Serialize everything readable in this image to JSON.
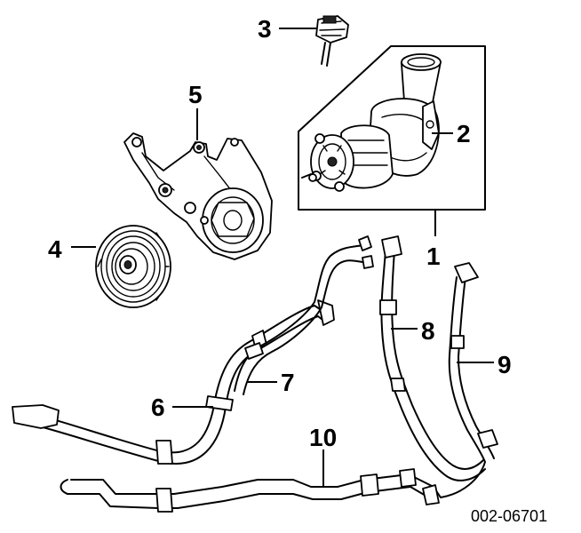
{
  "callouts": {
    "c1": "1",
    "c2": "2",
    "c3": "3",
    "c4": "4",
    "c5": "5",
    "c6": "6",
    "c7": "7",
    "c8": "8",
    "c9": "9",
    "c10": "10"
  },
  "figure_code": "002-06701"
}
